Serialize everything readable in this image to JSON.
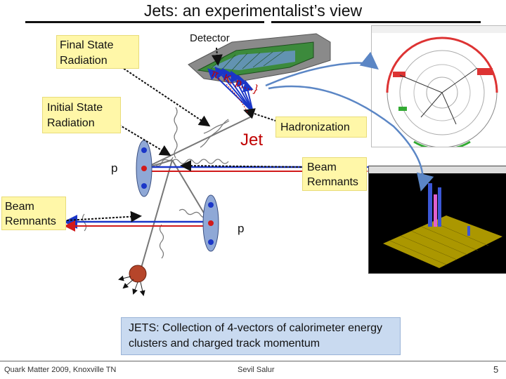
{
  "title": "Jets: an experimentalist’s view",
  "labels": {
    "final_state_radiation": "Final State Radiation",
    "detector": "Detector",
    "initial_state_radiation": "Initial State Radiation",
    "jet": "Jet",
    "hadronization": "Hadronization",
    "p_left": "p",
    "beam_remnants_right": "Beam Remnants",
    "beam_remnants_left": "Beam Remnants",
    "p_bottom": "p",
    "particles": "π, K, p,…}"
  },
  "jets_note": "JETS: Collection of 4-vectors of calorimeter energy clusters and charged track momentum",
  "footer": {
    "conference": "Quark Matter 2009, Knoxville TN",
    "author": "Sevil Salur",
    "page": "5"
  },
  "colors": {
    "yellow_box": "#fff7a8",
    "blue_box": "#c9daf0",
    "beam_blue": "#1a36c8",
    "beam_red": "#d11a1a",
    "jet_red": "#c00000",
    "hadron_arrow": "#5b86c5",
    "proton_ellipse": "#8fa8d6"
  }
}
